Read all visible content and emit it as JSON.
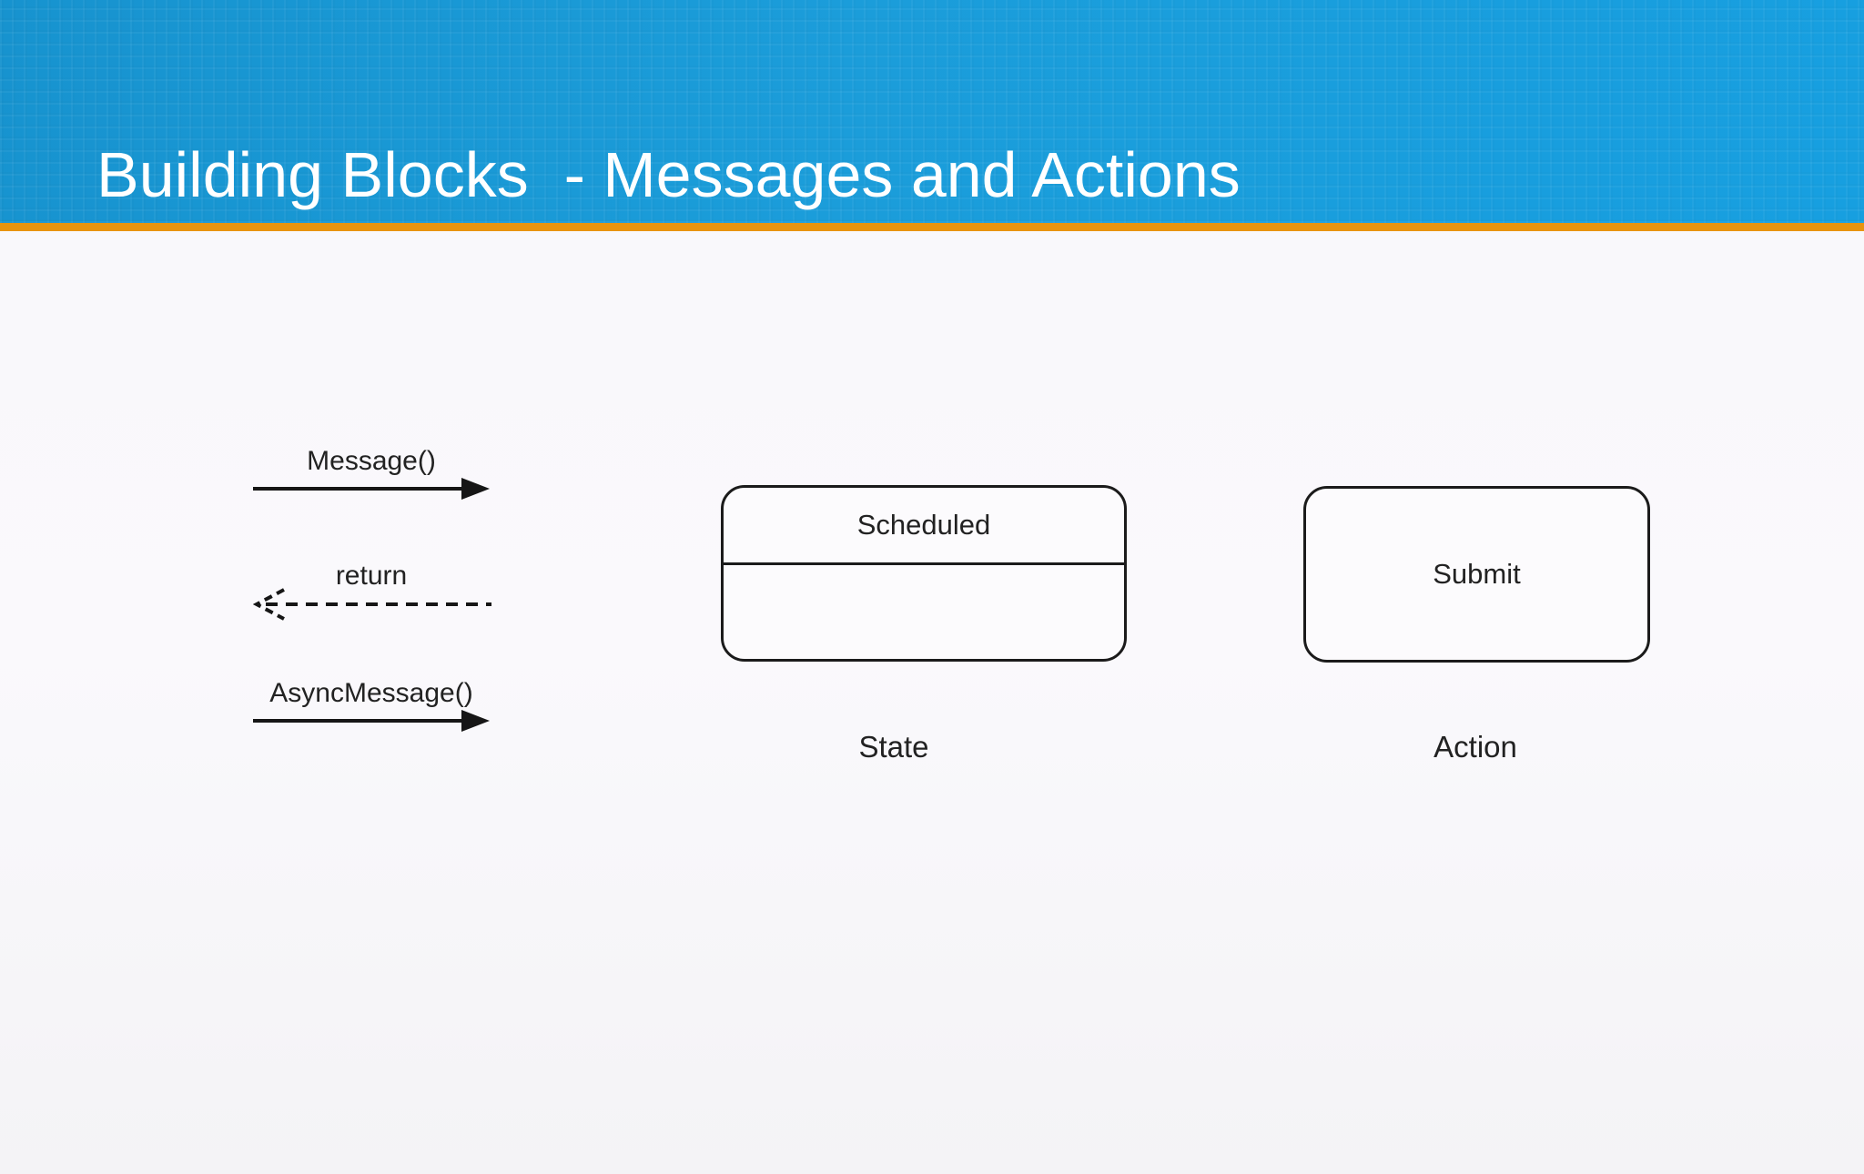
{
  "slide": {
    "title": "Building Blocks  - Messages and Actions"
  },
  "colors": {
    "header_blue": "#1b9dda",
    "accent_orange": "#e8940f",
    "background": "#f8f7fa",
    "ink": "#222222"
  },
  "messages": {
    "sync_label": "Message()",
    "return_label": "return",
    "async_label": "AsyncMessage()"
  },
  "state": {
    "name": "Scheduled",
    "caption": "State"
  },
  "action": {
    "name": "Submit",
    "caption": "Action"
  }
}
